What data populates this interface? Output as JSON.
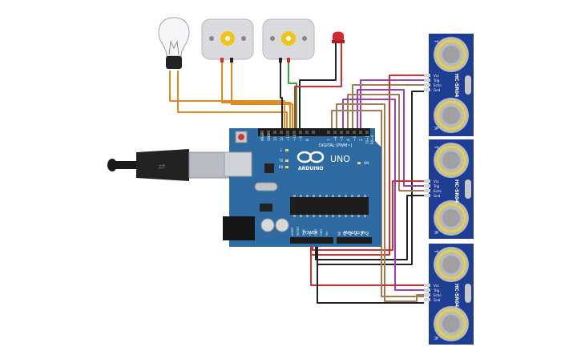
{
  "arduino": {
    "brand": "ARDUINO",
    "model": "UNO",
    "digital_header": "DIGITAL (PWM~)",
    "power_header": "POWER",
    "analog_header": "ANALOG IN",
    "led_labels": [
      "L",
      "TX",
      "RX",
      "ON"
    ],
    "top_pins": [
      "AREF",
      "GND",
      "13",
      "12",
      "~11",
      "~10",
      "~9",
      "8",
      "7",
      "~6",
      "~5",
      "4",
      "~3",
      "2",
      "TX→1",
      "RX←0"
    ],
    "power_pins": [
      "IOREF",
      "RESET",
      "3.3V",
      "5V",
      "GND",
      "GND",
      "Vin"
    ],
    "analog_pins": [
      "A0",
      "A1",
      "A2",
      "A3",
      "A4",
      "A5"
    ]
  },
  "sensors": [
    {
      "model": "HC-SR04",
      "pins": [
        "Vcc",
        "Trig",
        "Echo",
        "Gnd"
      ],
      "side_marks": [
        "T",
        "R"
      ]
    },
    {
      "model": "HC-SR04",
      "pins": [
        "Vcc",
        "Trig",
        "Echo",
        "Gnd"
      ],
      "side_marks": [
        "T",
        "R"
      ]
    },
    {
      "model": "HC-SR04",
      "pins": [
        "Vcc",
        "Trig",
        "Echo",
        "Gnd"
      ],
      "side_marks": [
        "T",
        "R"
      ]
    }
  ],
  "components": [
    "light-bulb",
    "dc-motor",
    "dc-motor",
    "red-led",
    "usb-cable",
    "dc-barrel-jack"
  ],
  "colors": {
    "board": "#2f6ba3",
    "sensor": "#1e3e92",
    "wire_orange": "#e38a1c",
    "wire_purple": "#a23fb0",
    "wire_brown": "#a57b52",
    "wire_red": "#d82b2b",
    "wire_black": "#222222",
    "wire_green": "#3aa83a"
  }
}
